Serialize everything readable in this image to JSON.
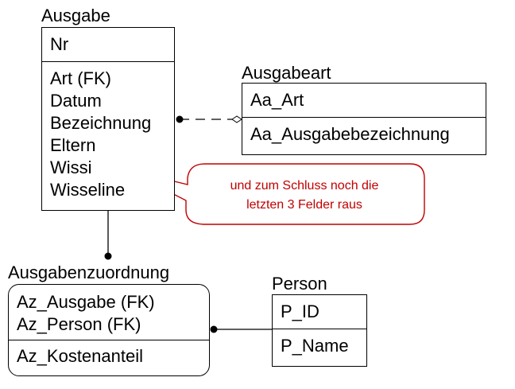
{
  "entities": {
    "ausgabe": {
      "title": "Ausgabe",
      "key_fields": [
        "Nr"
      ],
      "fields": [
        "Art (FK)",
        "Datum",
        "Bezeichnung",
        "Eltern",
        "Wissi",
        "Wisseline"
      ]
    },
    "ausgabeart": {
      "title": "Ausgabeart",
      "key_fields": [
        "Aa_Art"
      ],
      "fields": [
        "Aa_Ausgabebezeichnung"
      ]
    },
    "ausgabenzuordnung": {
      "title": "Ausgabenzuordnung",
      "key_fields": [
        "Az_Ausgabe (FK)",
        "Az_Person (FK)"
      ],
      "fields": [
        "Az_Kostenanteil"
      ]
    },
    "person": {
      "title": "Person",
      "key_fields": [
        "P_ID"
      ],
      "fields": [
        "P_Name"
      ]
    }
  },
  "callout": {
    "line1": "und zum Schluss noch die",
    "line2": "letzten 3 Felder raus"
  },
  "colors": {
    "callout_border": "#c00000",
    "callout_text": "#c00000",
    "lines": "#000000"
  }
}
